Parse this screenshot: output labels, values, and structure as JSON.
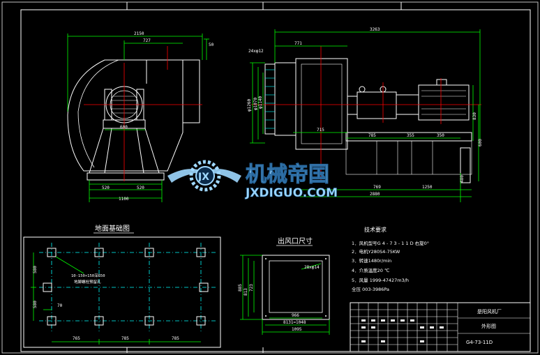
{
  "drawing": {
    "top_view": {
      "overall_width": "2150",
      "inlet_width": "727",
      "outlet_offset": "50",
      "base_width_inner": "600",
      "base_half_left": "520",
      "base_half_right": "520",
      "base_overall": "1100"
    },
    "side_view": {
      "overall_length": "3263",
      "flange_dim": "771",
      "hole_note": "24xφ12",
      "inlet_dia_1": "φ1260",
      "inlet_dia_2": "φ1070",
      "inlet_dia_3": "φ1140",
      "motor_height": "830",
      "shaft_height": "600",
      "dim_715": "715",
      "dim_785": "785",
      "dim_355": "355",
      "dim_350": "350",
      "dim_769": "769",
      "dim_1250": "1250",
      "dim_2880": "2880",
      "dim_480": "480"
    },
    "foundation": {
      "title": "地面基础图",
      "note_1": "10-150×150深650",
      "note_2": "地脚螺栓预留孔",
      "dim_left_1": "580",
      "dim_left_2": "580",
      "dim_70": "70",
      "dims_bottom": [
        "765",
        "785",
        "785"
      ]
    },
    "outlet": {
      "title": "出风口尺寸",
      "hole_note": "28xφ14",
      "dim_h1": "885",
      "dim_h2": "813",
      "dim_h3": "723",
      "dim_w1": "966",
      "dim_w2": "8131=1048",
      "dim_w3": "1095"
    },
    "specs": {
      "title": "技术要求",
      "lines": [
        "1．风机型号G 4 - 7 3 - 1 1 D 右旋0°",
        "2．电机Y280S4-75KW",
        "3．转速1480r/min",
        "4．介质温度20 ℃",
        "5．风量 1999-47427m3/h",
        "   全压 003-3986Pa"
      ]
    },
    "title_block": {
      "company": "是阳风机厂",
      "drawing_name": "外形图",
      "model": "G4-73-11D"
    },
    "watermark": {
      "logo_letters": "JX",
      "cn_text": "机械帝国",
      "url_text": "JXDIGUO.COM"
    }
  },
  "colors": {
    "background": "#000000",
    "outline": "#ffffff",
    "dimension": "#00ff00",
    "centerline": "#ff0000",
    "hatch": "#00ffff",
    "watermark": "#9fd8ff",
    "text": "#ffffff"
  }
}
